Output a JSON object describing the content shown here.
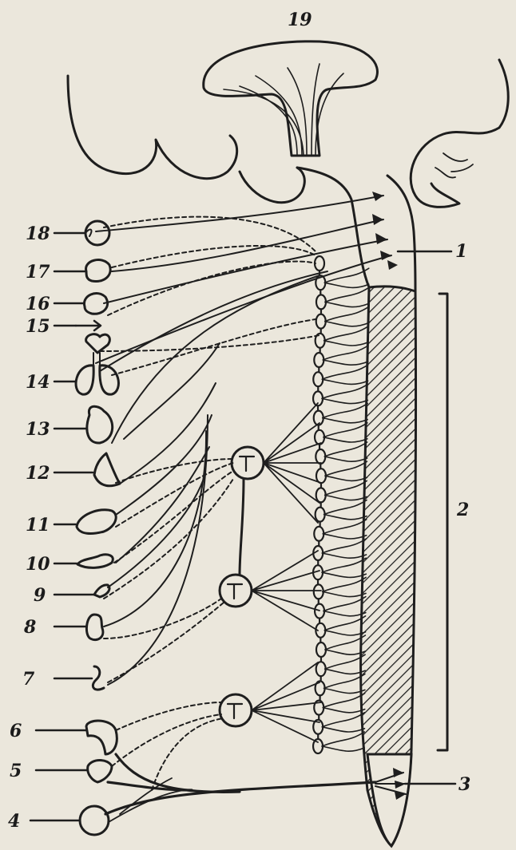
{
  "figure": {
    "labels": {
      "l1": "1",
      "l2": "2",
      "l3": "3",
      "l4": "4",
      "l5": "5",
      "l6": "6",
      "l7": "7",
      "l8": "8",
      "l9": "9",
      "l10": "10",
      "l11": "11",
      "l12": "12",
      "l13": "13",
      "l14": "14",
      "l15": "15",
      "l16": "16",
      "l17": "17",
      "l18": "18",
      "l19": "19"
    },
    "colors": {
      "ink": "#1e1e1e",
      "paper": "#ebe7dc"
    }
  }
}
